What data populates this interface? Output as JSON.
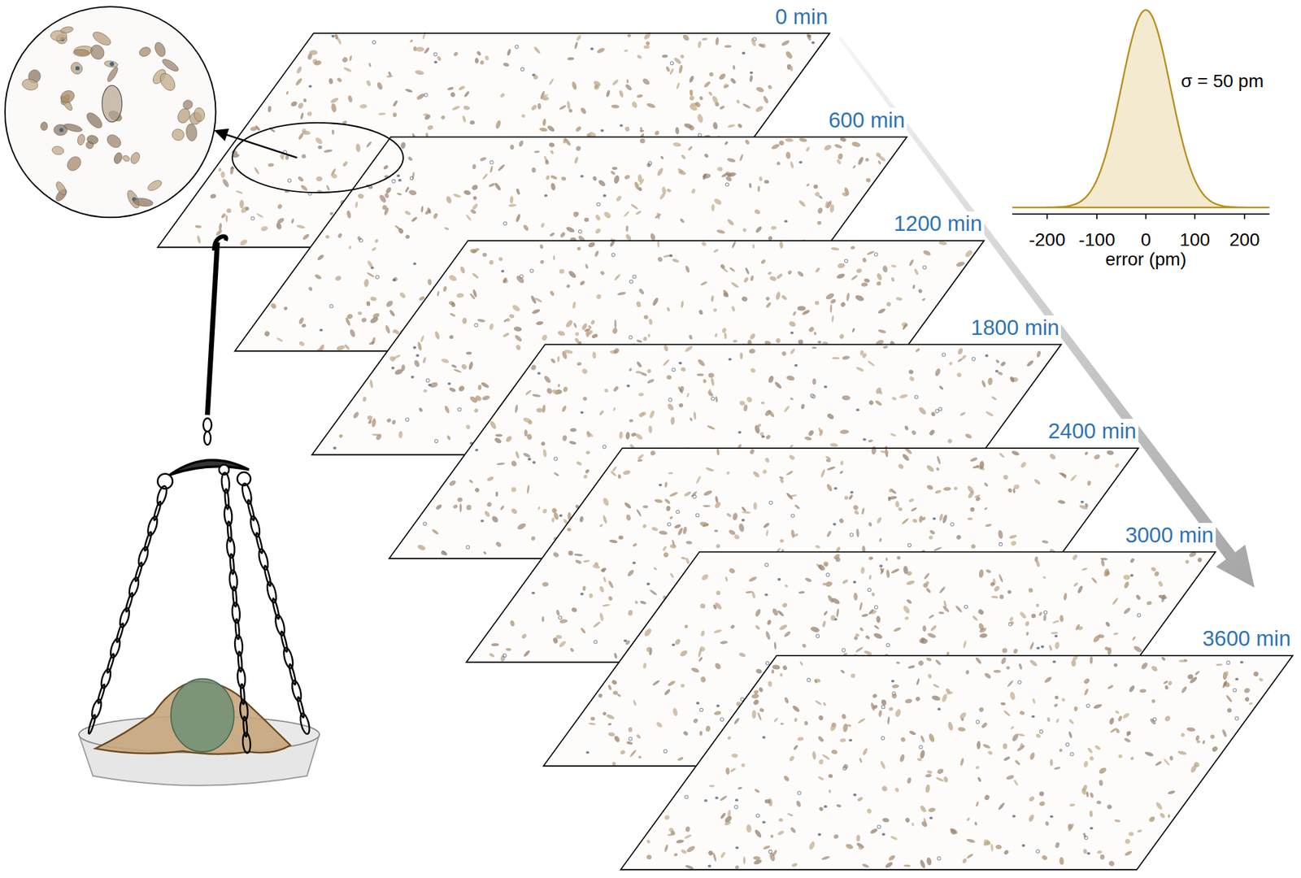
{
  "diagram": {
    "labels": [
      "0 min",
      "600 min",
      "1200 min",
      "1800 min",
      "2400 min",
      "3000 min",
      "3600 min",
      "σ = 50 pm",
      "-200",
      "-100",
      "0",
      "100",
      "200",
      "error (pm)"
    ]
  }
}
